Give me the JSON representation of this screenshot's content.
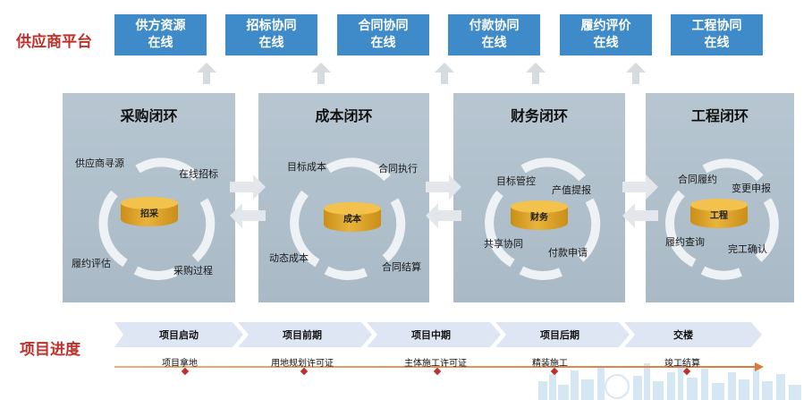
{
  "left_labels": {
    "platform": "供应商平台",
    "progress": "项目进度"
  },
  "platform_boxes": [
    {
      "line1": "供方资源",
      "line2": "在线"
    },
    {
      "line1": "招标协同",
      "line2": "在线"
    },
    {
      "line1": "合同协同",
      "line2": "在线"
    },
    {
      "line1": "付款协同",
      "line2": "在线"
    },
    {
      "line1": "履约评价",
      "line2": "在线"
    },
    {
      "line1": "工程协同",
      "line2": "在线"
    }
  ],
  "loops": [
    {
      "title": "采购闭环",
      "center": "招采",
      "nodes": [
        "供应商寻源",
        "在线招标",
        "采购过程",
        "履约评估"
      ]
    },
    {
      "title": "成本闭环",
      "center": "成本",
      "nodes": [
        "目标成本",
        "合同执行",
        "合同结算",
        "动态成本"
      ]
    },
    {
      "title": "财务闭环",
      "center": "财务",
      "nodes": [
        "目标管控",
        "产值提报",
        "付款申请",
        "共享协同"
      ]
    },
    {
      "title": "工程闭环",
      "center": "工程",
      "nodes": [
        "合同履约",
        "变更申报",
        "完工确认",
        "履约查询"
      ]
    }
  ],
  "phases": [
    "项目启动",
    "项目前期",
    "项目中期",
    "项目后期",
    "交楼"
  ],
  "milestones": [
    "项目拿地",
    "用地规划许可证",
    "主体施工许可证",
    "精装施工",
    "竣工结算"
  ],
  "colors": {
    "platform_blue": "#3f8ac9",
    "accent_red": "#c0302a",
    "panel_gray": "#b0c0cb",
    "cylinder_gold": "#e9b43b",
    "phase_blue": "#dfe6f3"
  }
}
